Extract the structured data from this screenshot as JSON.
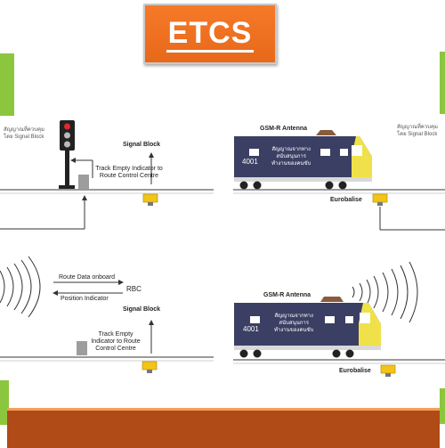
{
  "title": "ETCS",
  "colors": {
    "title_bg": "#f57a28",
    "accent_green": "#8cc63f",
    "floor": "#b04a17",
    "train_body": "#3a3f63",
    "train_nose": "#f0e14a",
    "balise": "#f2c418"
  },
  "top_left": {
    "thai_note_line1": "สัญญาณที่ควบคุม",
    "thai_note_line2": "โดย Signal Block",
    "signal_block": "Signal Block",
    "track_empty": "Track Empty Indicator to Route Control Centre"
  },
  "top_right": {
    "gsm_antenna": "GSM-R Antenna",
    "thai_note_line1": "สัญญาณที่ควบคุม",
    "thai_note_line2": "โดย Signal Block",
    "train_number": "4001",
    "train_text_line1": "สัญญาณจากทาง",
    "train_text_line2": "สนับสนุนการ",
    "train_text_line3": "ทำงานของคนขับ",
    "eurobalise": "Eurobalise"
  },
  "bottom_left": {
    "route_data": "Route Data onboard",
    "rbc": "RBC",
    "position_indicator": "Position Indicator",
    "signal_block": "Signal Block",
    "track_empty": "Track Empty Indicator to Route Control Centre"
  },
  "bottom_right": {
    "gsm_antenna": "GSM-R Antenna",
    "train_number": "4001",
    "train_text_line1": "สัญญาณจากทาง",
    "train_text_line2": "สนับสนุนการ",
    "train_text_line3": "ทำงานของคนขับ",
    "eurobalise": "Eurobalise"
  }
}
